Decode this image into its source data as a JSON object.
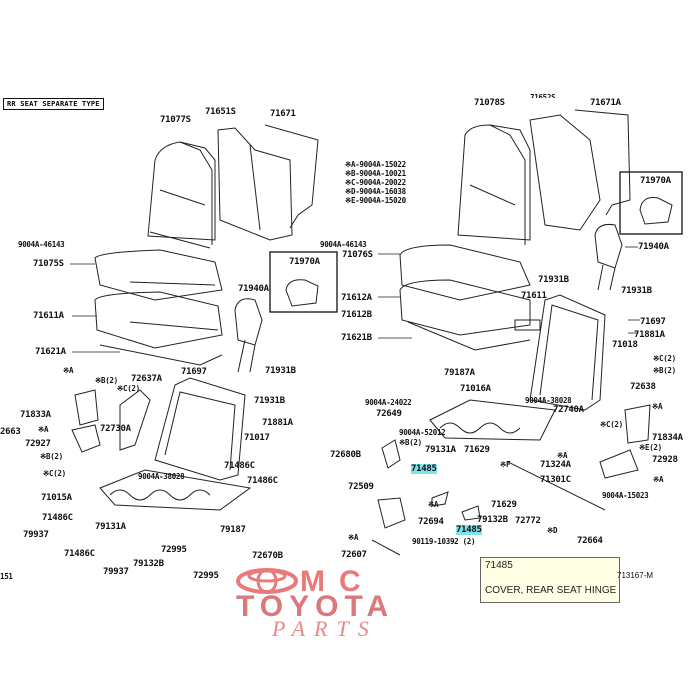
{
  "diagram": {
    "type_label": "RR SEAT SEPARATE TYPE",
    "diagram_id": "713167-M",
    "page_fragment": "151",
    "notes": [
      "※A-9004A-15022",
      "※B-9004A-10021",
      "※C-9004A-20022",
      "※D-9004A-16038",
      "※E-9004A-15020"
    ],
    "left_labels": {
      "l71077S": "71077S",
      "l71651S": "71651S",
      "l71671": "71671",
      "l9004A46143": "9004A-46143",
      "l71075S": "71075S",
      "l71611A": "71611A",
      "l71621A": "71621A",
      "l71970A": "71970A",
      "l71940A": "71940A",
      "l71931B_1": "71931B",
      "l71931B_2": "71931B",
      "l71697": "71697",
      "l72637A": "72637A",
      "lxA1": "※A",
      "lxB2": "※B(2)",
      "lxC2": "※C(2)",
      "l71833A": "71833A",
      "l2663": "2663",
      "lxA2": "※A",
      "l72927": "72927",
      "l72730A": "72730A",
      "lxB2b": "※B(2)",
      "lxC2b": "※C(2)",
      "l71881A": "71881A",
      "l71017": "71017",
      "l71486C_1": "71486C",
      "l71486C_2": "71486C",
      "l9004A38028": "9004A-38028",
      "l71015A": "71015A",
      "l71486C_3": "71486C",
      "l79131A": "79131A",
      "l79187": "79187",
      "l79937_1": "79937",
      "l71486C_4": "71486C",
      "l72995_1": "72995",
      "l79132B": "79132B",
      "l72995_2": "72995",
      "l72670B": "72670B",
      "l79937_2": "79937"
    },
    "right_labels": {
      "l71078S": "71078S",
      "l71652S": "71652S",
      "l71671A": "71671A",
      "l9004A46143": "9004A-46143",
      "l71076S": "71076S",
      "l71970A": "71970A",
      "l71940A": "71940A",
      "l71931B_1": "71931B",
      "l71931B_2": "71931B",
      "l71612A": "71612A",
      "l71611": "71611",
      "l71612B": "71612B",
      "l71621B": "71621B",
      "l71697": "71697",
      "l71881A": "71881A",
      "l71018": "71018",
      "lxC2": "※C(2)",
      "lxB2": "※B(2)",
      "l79187A": "79187A",
      "l71016A": "71016A",
      "l72638": "72638",
      "l9004A24022": "9004A-24022",
      "l9004A38028": "9004A-38028",
      "l72649": "72649",
      "l72740A": "72740A",
      "lxA1": "※A",
      "lxC2b": "※C(2)",
      "l71834A": "71834A",
      "l9004A52012": "9004A-52012",
      "lxB2b": "※B(2)",
      "lxA2": "※A",
      "lxE2": "※E(2)",
      "l72680B": "72680B",
      "l79131A": "79131A",
      "l71629_1": "71629",
      "l71485_1": "71485",
      "lxF": "※F",
      "l71324A": "71324A",
      "l72928": "72928",
      "lxA3": "※A",
      "l72509": "72509",
      "l71301C": "71301C",
      "l9004A15023": "9004A-15023",
      "lxA4": "※A",
      "l72694": "72694",
      "l71629_2": "71629",
      "l79132B": "79132B",
      "l72772": "72772",
      "lxD": "※D",
      "lxA5": "※A",
      "l71485_2": "71485",
      "l901191039": "90119-10392 (2)",
      "l72664": "72664",
      "l72607": "72607"
    },
    "tooltip": {
      "part_number": "71485",
      "description": "COVER, REAR SEAT HINGE"
    },
    "highlight_color": "#7fe3ea",
    "watermark": {
      "line1": "MC",
      "line2": "TOYOTA",
      "line3": "PARTS",
      "color": "#e87a7a"
    }
  }
}
